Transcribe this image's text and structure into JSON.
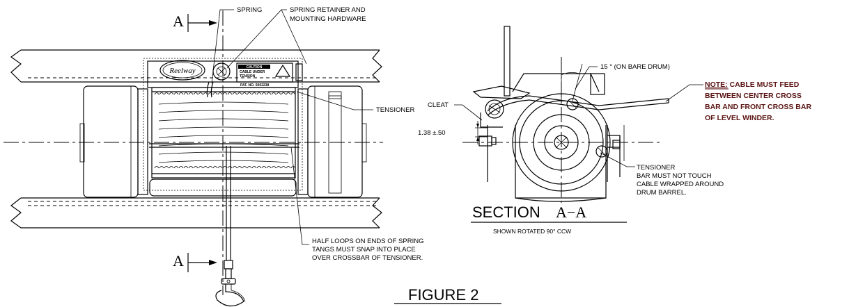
{
  "callouts": {
    "spring": "SPRING",
    "retainer_line1": "SPRING RETAINER AND",
    "retainer_line2": "MOUNTING HARDWARE",
    "tensioner": "TENSIONER",
    "half_loops_line1": "HALF LOOPS ON ENDS OF SPRING",
    "half_loops_line2": "TANGS MUST SNAP INTO PLACE",
    "half_loops_line3": "OVER CROSSBAR OF TENSIONER.",
    "angle": "15 ° (ON BARE DRUM)",
    "cleat": "CLEAT",
    "dimension": "1.38  ±.50",
    "tensioner2_line1": "TENSIONER",
    "tensioner2_line2": "BAR MUST NOT TOUCH",
    "tensioner2_line3": "CABLE WRAPPED AROUND",
    "tensioner2_line4": "DRUM BARREL."
  },
  "note": {
    "label": "NOTE:",
    "line1": " CABLE MUST FEED",
    "line2": "BETWEEN CENTER CROSS",
    "line3": "BAR AND FRONT CROSS BAR",
    "line4": "OF LEVEL WINDER."
  },
  "section": {
    "title": "SECTION",
    "letters": "A−A",
    "subtitle": "SHOWN ROTATED 90° CCW"
  },
  "section_markers": {
    "top": "A",
    "bottom": "A"
  },
  "figure_title": "FIGURE 2",
  "logo_text": "Reelway",
  "caution_label": {
    "title": "CAUTION",
    "line1": "CABLE UNDER",
    "line2": "TENSION",
    "patent": "PAT. NO. 5002238"
  },
  "colors": {
    "line": "#000000",
    "note": "#5a1414",
    "background": "#ffffff"
  }
}
